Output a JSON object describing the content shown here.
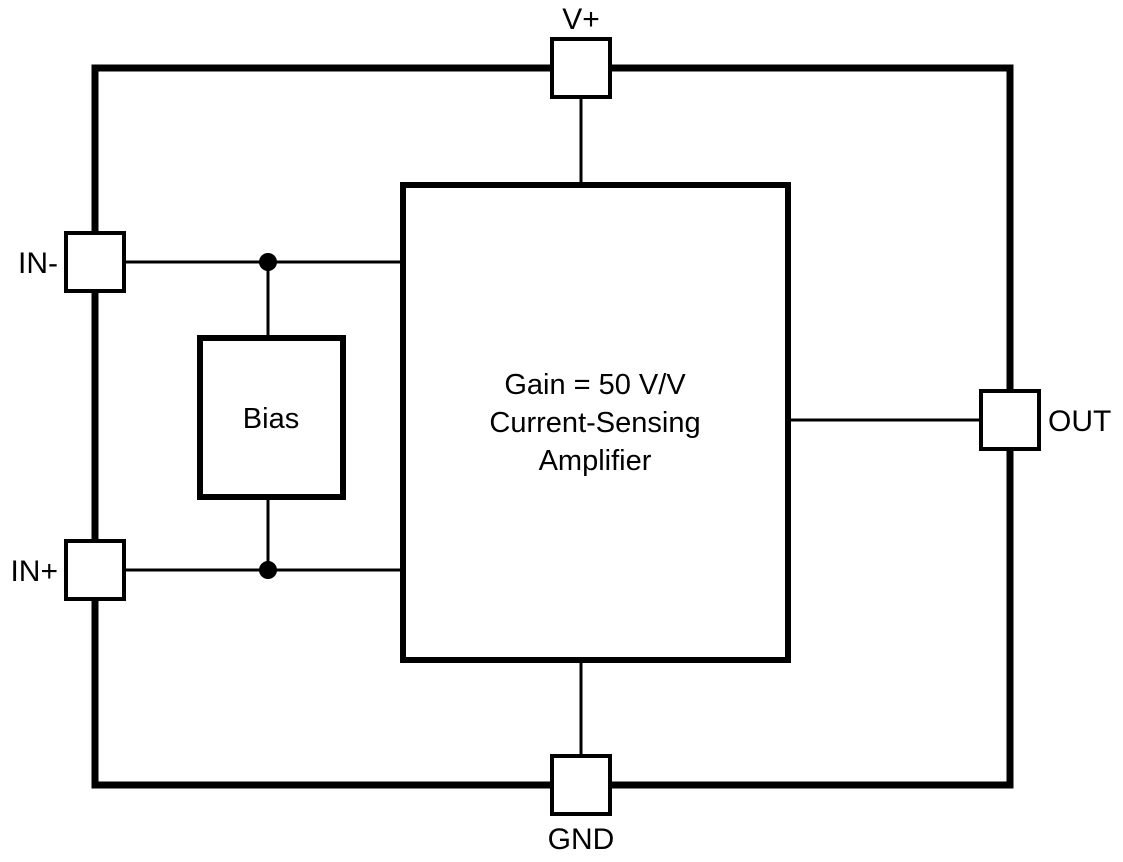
{
  "colors": {
    "background": "#ffffff",
    "line": "#000000"
  },
  "pins": {
    "vplus": {
      "label": "V+"
    },
    "in_minus": {
      "label": "IN-"
    },
    "in_plus": {
      "label": "IN+"
    },
    "out": {
      "label": "OUT"
    },
    "gnd": {
      "label": "GND"
    }
  },
  "blocks": {
    "bias": {
      "label": "Bias"
    },
    "amplifier": {
      "line1": "Gain = 50 V/V",
      "line2": "Current-Sensing",
      "line3": "Amplifier"
    }
  }
}
